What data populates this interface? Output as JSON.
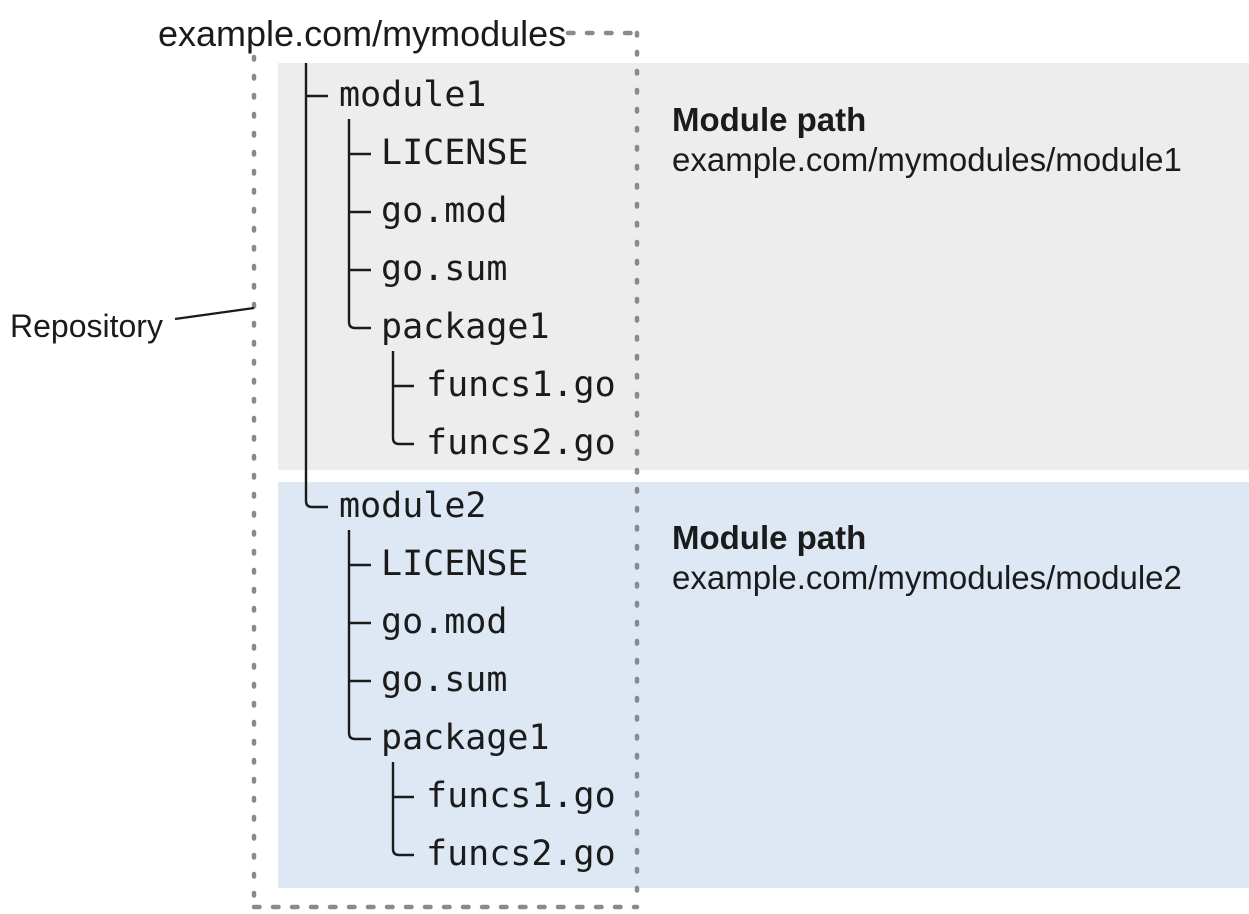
{
  "diagram": {
    "top_label": "example.com/mymodules",
    "repository_label": "Repository"
  },
  "modules": [
    {
      "name": "module1",
      "files": [
        "LICENSE",
        "go.mod",
        "go.sum"
      ],
      "package": {
        "name": "package1",
        "files": [
          "funcs1.go",
          "funcs2.go"
        ]
      },
      "module_path_heading": "Module path",
      "module_path": "example.com/mymodules/module1"
    },
    {
      "name": "module2",
      "files": [
        "LICENSE",
        "go.mod",
        "go.sum"
      ],
      "package": {
        "name": "package1",
        "files": [
          "funcs1.go",
          "funcs2.go"
        ]
      },
      "module_path_heading": "Module path",
      "module_path": "example.com/mymodules/module2"
    }
  ],
  "colors": {
    "module1_bg": "#ededed",
    "module2_bg": "#dde8f4",
    "dotted_border": "#8a8a8a",
    "line": "#1b1b1b"
  }
}
